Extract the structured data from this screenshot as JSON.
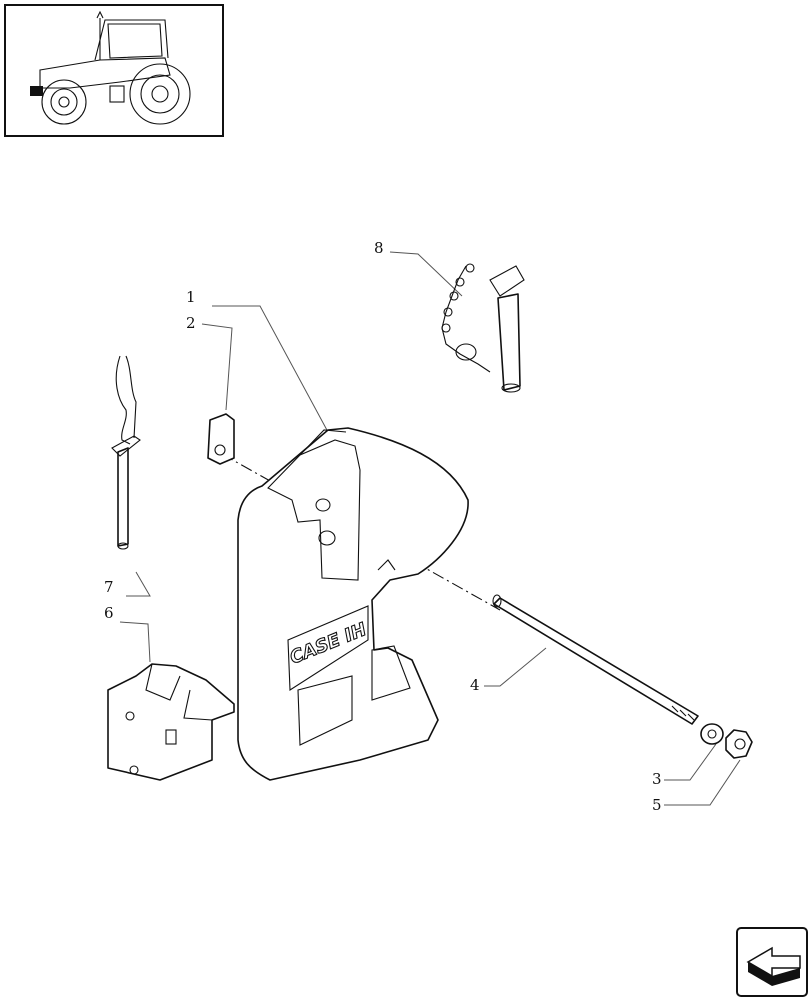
{
  "diagram": {
    "brand_mark": "CASE IH",
    "callouts": [
      {
        "id": "1",
        "label": "1"
      },
      {
        "id": "2",
        "label": "2"
      },
      {
        "id": "3",
        "label": "3"
      },
      {
        "id": "4",
        "label": "4"
      },
      {
        "id": "5",
        "label": "5"
      },
      {
        "id": "6",
        "label": "6"
      },
      {
        "id": "7",
        "label": "7"
      },
      {
        "id": "8",
        "label": "8"
      }
    ]
  },
  "icons": {
    "thumbnail": "tractor-thumbnail-icon",
    "navigation": "page-arrow-icon"
  }
}
